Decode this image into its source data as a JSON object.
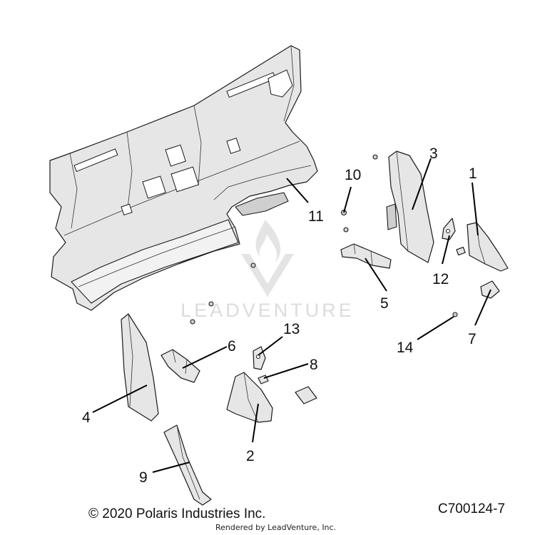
{
  "watermark": {
    "text": "LEADVENTURE",
    "icon": "flame-v-logo-icon"
  },
  "callouts": {
    "c1": "1",
    "c2": "2",
    "c3": "3",
    "c4": "4",
    "c5": "5",
    "c6": "6",
    "c7": "7",
    "c8": "8",
    "c9": "9",
    "c10": "10",
    "c11": "11",
    "c12": "12",
    "c13": "13",
    "c14": "14"
  },
  "footer": {
    "copyright": "© 2020 Polaris Industries Inc.",
    "rendered_by": "Rendered by LeadVenture, Inc.",
    "diagram_id": "C700124-7"
  }
}
